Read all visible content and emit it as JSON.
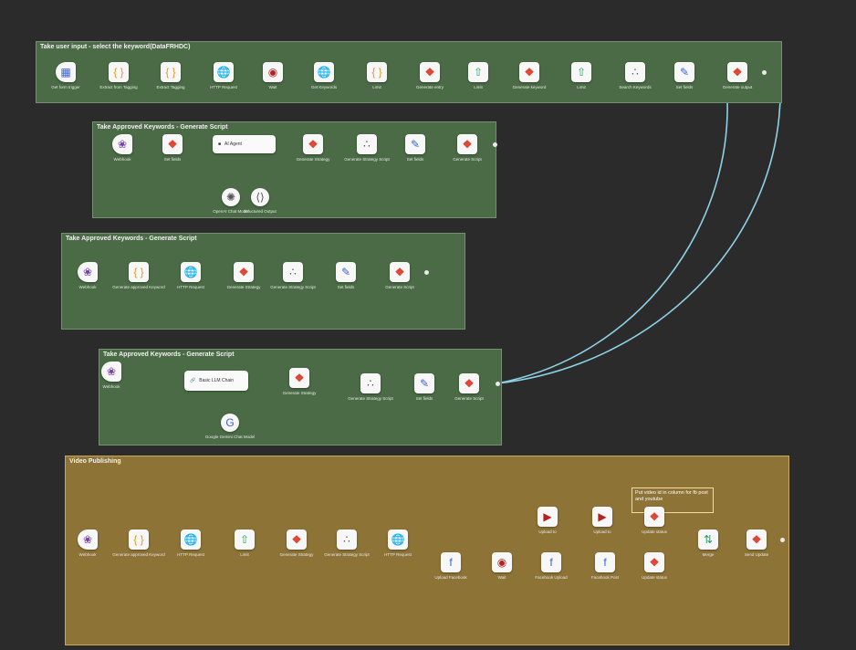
{
  "groups": {
    "g1": {
      "title": "Take user input - select the keyword(DataFRHDC)"
    },
    "g2": {
      "title": "Take Approved Keywords - Generate Script"
    },
    "g3": {
      "title": "Take Approved Keywords - Generate Script"
    },
    "g4": {
      "title": "Take Approved Keywords - Generate Script"
    },
    "g5": {
      "title": "Video Publishing"
    }
  },
  "nodes": {
    "g1": [
      {
        "label": "Get form trigger",
        "icon": "form-icon"
      },
      {
        "label": "Extract from Tagging",
        "icon": "braces-icon"
      },
      {
        "label": "Extract Tagging",
        "icon": "braces-icon"
      },
      {
        "label": "HTTP Request",
        "icon": "globe-icon"
      },
      {
        "label": "Wait",
        "icon": "record-icon"
      },
      {
        "label": "Get Keywords",
        "icon": "globe-icon"
      },
      {
        "label": "Limit",
        "icon": "braces-icon"
      },
      {
        "label": "Generate entry",
        "icon": "sheets-icon"
      },
      {
        "label": "Limit",
        "icon": "arrow-up-icon"
      },
      {
        "label": "Generate keyword",
        "icon": "sheets-icon"
      },
      {
        "label": "Limit",
        "icon": "arrow-up-icon"
      },
      {
        "label": "Search Keywords",
        "icon": "nodes-icon"
      },
      {
        "label": "Set fields",
        "icon": "pencil-icon"
      },
      {
        "label": "Generate output",
        "icon": "sheets-icon"
      }
    ],
    "g2": [
      {
        "label": "Webhook",
        "icon": "webhook-icon"
      },
      {
        "label": "Set fields",
        "icon": "sheets-icon"
      },
      {
        "label": "Generate Strategy",
        "icon": "sheets-icon"
      },
      {
        "label": "Generate Strategy Script",
        "icon": "nodes-icon"
      },
      {
        "label": "Set fields",
        "icon": "pencil-icon"
      },
      {
        "label": "Generate Script",
        "icon": "sheets-icon"
      },
      {
        "label": "OpenAI Chat Model",
        "icon": "openai-icon"
      },
      {
        "label": "Structured Output",
        "icon": "code-icon"
      }
    ],
    "g2agent": {
      "label": "AI Agent"
    },
    "g3": [
      {
        "label": "Webhook",
        "icon": "webhook-icon"
      },
      {
        "label": "Generate approved Keyword",
        "icon": "braces-icon"
      },
      {
        "label": "HTTP Request",
        "icon": "globe-icon"
      },
      {
        "label": "Generate Strategy",
        "icon": "sheets-icon"
      },
      {
        "label": "Generate Strategy Script",
        "icon": "nodes-icon"
      },
      {
        "label": "Set fields",
        "icon": "pencil-icon"
      },
      {
        "label": "Generate Script",
        "icon": "sheets-icon"
      }
    ],
    "g4": [
      {
        "label": "Webhook",
        "icon": "webhook-icon"
      },
      {
        "label": "Generate Strategy",
        "icon": "sheets-icon"
      },
      {
        "label": "Generate Strategy Script",
        "icon": "nodes-icon"
      },
      {
        "label": "Set fields",
        "icon": "pencil-icon"
      },
      {
        "label": "Generate Script",
        "icon": "sheets-icon"
      },
      {
        "label": "Google Gemini Chat Model",
        "icon": "google-icon"
      }
    ],
    "g4agent": {
      "label": "Basic LLM Chain"
    },
    "g5": [
      {
        "label": "Webhook",
        "icon": "webhook-icon"
      },
      {
        "label": "Generate approved Keyword",
        "icon": "braces-icon"
      },
      {
        "label": "HTTP Request",
        "icon": "globe-icon"
      },
      {
        "label": "Limit",
        "icon": "arrow-up-icon"
      },
      {
        "label": "Generate Strategy",
        "icon": "sheets-icon"
      },
      {
        "label": "Generate Strategy Script",
        "icon": "nodes-icon"
      },
      {
        "label": "HTTP Request",
        "icon": "globe-icon"
      },
      {
        "label": "Upload to",
        "icon": "youtube-icon"
      },
      {
        "label": "Upload to",
        "icon": "youtube-icon"
      },
      {
        "label": "Update status",
        "icon": "sheets-icon"
      },
      {
        "label": "Upload Facebook",
        "icon": "facebook-icon"
      },
      {
        "label": "Wait",
        "icon": "record-icon"
      },
      {
        "label": "Facebook Upload",
        "icon": "facebook-icon"
      },
      {
        "label": "Facebook Post",
        "icon": "facebook-icon"
      },
      {
        "label": "Update status",
        "icon": "sheets-icon"
      },
      {
        "label": "Merge",
        "icon": "merge-icon"
      },
      {
        "label": "Send Update",
        "icon": "sheets-icon"
      }
    ],
    "g5sticky": {
      "text": "Put video id in column for fb post and youtube"
    }
  },
  "colors": {
    "canvas": "#2b2b2b",
    "group_green": "#4a6b45",
    "group_gold": "#8d7336",
    "wire": "#8fd1e6"
  }
}
